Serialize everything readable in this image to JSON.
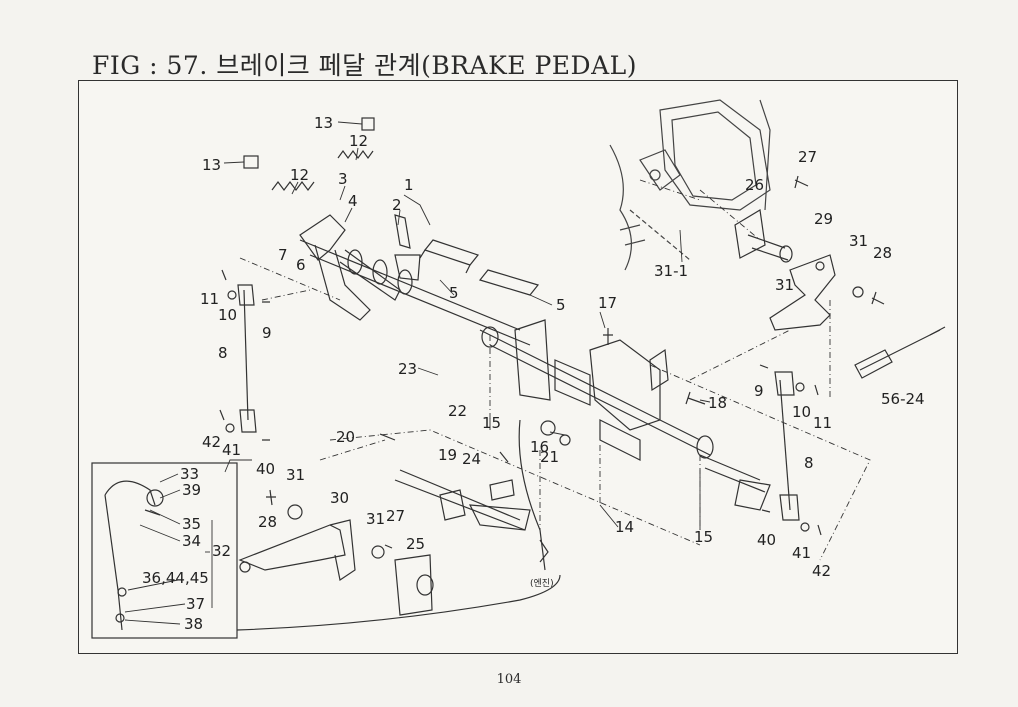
{
  "title": "FIG : 57. 브레이크 페달 관계(BRAKE PEDAL)",
  "page_number": "104",
  "engine_note": "(엔진)",
  "callouts": [
    {
      "id": "c13a",
      "text": "13"
    },
    {
      "id": "c12a",
      "text": "12"
    },
    {
      "id": "c13b",
      "text": "13"
    },
    {
      "id": "c12b",
      "text": "12"
    },
    {
      "id": "c3",
      "text": "3"
    },
    {
      "id": "c4",
      "text": "4"
    },
    {
      "id": "c1",
      "text": "1"
    },
    {
      "id": "c2",
      "text": "2"
    },
    {
      "id": "c7",
      "text": "7"
    },
    {
      "id": "c6",
      "text": "6"
    },
    {
      "id": "c5a",
      "text": "5"
    },
    {
      "id": "c5b",
      "text": "5"
    },
    {
      "id": "c11a",
      "text": "11"
    },
    {
      "id": "c10a",
      "text": "10"
    },
    {
      "id": "c9a",
      "text": "9"
    },
    {
      "id": "c8a",
      "text": "8"
    },
    {
      "id": "c17",
      "text": "17"
    },
    {
      "id": "c23",
      "text": "23"
    },
    {
      "id": "c22",
      "text": "22"
    },
    {
      "id": "c42a",
      "text": "42"
    },
    {
      "id": "c41a",
      "text": "41"
    },
    {
      "id": "c40a",
      "text": "40"
    },
    {
      "id": "c20",
      "text": "20"
    },
    {
      "id": "c15a",
      "text": "15"
    },
    {
      "id": "c16",
      "text": "16"
    },
    {
      "id": "c19",
      "text": "19"
    },
    {
      "id": "c24",
      "text": "24"
    },
    {
      "id": "c21",
      "text": "21"
    },
    {
      "id": "c31a",
      "text": "31"
    },
    {
      "id": "c30",
      "text": "30"
    },
    {
      "id": "c28a",
      "text": "28"
    },
    {
      "id": "c31b",
      "text": "31"
    },
    {
      "id": "c27a",
      "text": "27"
    },
    {
      "id": "c25",
      "text": "25"
    },
    {
      "id": "c14",
      "text": "14"
    },
    {
      "id": "c15b",
      "text": "15"
    },
    {
      "id": "c18",
      "text": "18"
    },
    {
      "id": "c27b",
      "text": "27"
    },
    {
      "id": "c26",
      "text": "26"
    },
    {
      "id": "c29",
      "text": "29"
    },
    {
      "id": "c31c",
      "text": "31"
    },
    {
      "id": "c28b",
      "text": "28"
    },
    {
      "id": "c31-1",
      "text": "31-1"
    },
    {
      "id": "c31d",
      "text": "31"
    },
    {
      "id": "c9b",
      "text": "9"
    },
    {
      "id": "c10b",
      "text": "10"
    },
    {
      "id": "c11b",
      "text": "11"
    },
    {
      "id": "c56-24",
      "text": "56-24"
    },
    {
      "id": "c8b",
      "text": "8"
    },
    {
      "id": "c40b",
      "text": "40"
    },
    {
      "id": "c41b",
      "text": "41"
    },
    {
      "id": "c42b",
      "text": "42"
    },
    {
      "id": "c33",
      "text": "33"
    },
    {
      "id": "c39",
      "text": "39"
    },
    {
      "id": "c35",
      "text": "35"
    },
    {
      "id": "c34",
      "text": "34"
    },
    {
      "id": "c32",
      "text": "32"
    },
    {
      "id": "c36",
      "text": "36,44,45"
    },
    {
      "id": "c37",
      "text": "37"
    },
    {
      "id": "c38",
      "text": "38"
    }
  ]
}
